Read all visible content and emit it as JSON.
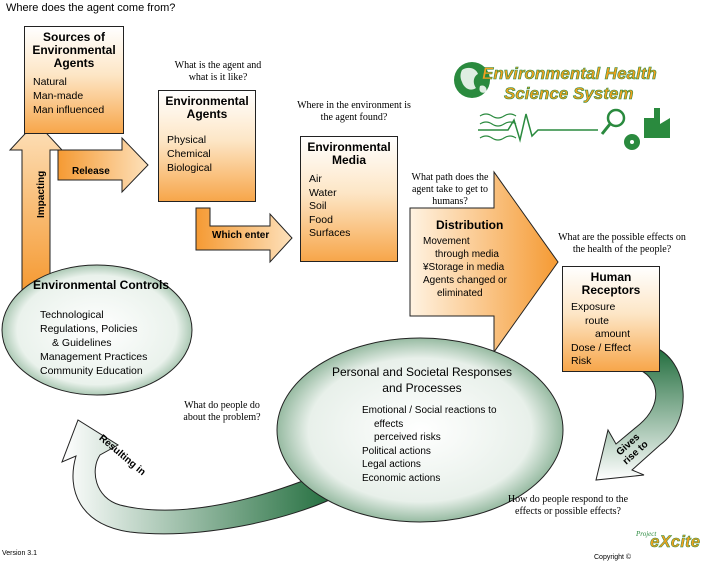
{
  "top_question": "Where does the agent come from?",
  "logo": {
    "line1": "Environmental Health",
    "line2": "Science System"
  },
  "boxes": {
    "sources": {
      "title": "Sources of Environmental Agents",
      "items": [
        "Natural",
        "Man-made",
        "Man influenced"
      ]
    },
    "agents": {
      "title": "Environmental Agents",
      "items": [
        "Physical",
        "Chemical",
        "Biological"
      ]
    },
    "media": {
      "title": "Environmental Media",
      "items": [
        "Air",
        "Water",
        "Soil",
        "Food",
        "Surfaces"
      ]
    },
    "receptors": {
      "title": "Human Receptors",
      "items": [
        "Exposure",
        "route",
        "amount",
        "Dose / Effect",
        "Risk"
      ]
    }
  },
  "distribution": {
    "title": "Distribution",
    "items": [
      "Movement",
      "through media",
      "¥Storage in media",
      "Agents changed or",
      "eliminated"
    ]
  },
  "questions": {
    "agent_like": "What is the agent and what is it like?",
    "where_found": "Where in the environment is the agent found?",
    "path": "What path does the agent take to get to humans?",
    "effects": "What are the possible effects on the health of the people?",
    "people_do": "What do people do about the problem?",
    "respond": "How do people respond to the effects or possible effects?"
  },
  "arrows": {
    "release": "Release",
    "which_enter": "Which enter",
    "impacting": "Impacting",
    "gives_rise": "Gives rise to",
    "resulting": "Resulting in"
  },
  "controls": {
    "title": "Environmental Controls",
    "items": [
      "Technological",
      "Regulations, Policies",
      "& Guidelines",
      "Management Practices",
      "Community Education"
    ]
  },
  "responses": {
    "title": "Personal and Societal Responses and Processes",
    "items": [
      "Emotional / Social reactions to",
      "effects",
      "perceived risks",
      "Political actions",
      "Legal actions",
      "Economic actions"
    ]
  },
  "footer": {
    "version": "Version 3.1",
    "copyright": "Copyright ©",
    "brand_small": "Project",
    "brand": "eXcite"
  },
  "colors": {
    "orange": "#f7a64a",
    "green": "#1e6b3a",
    "logo_green": "#2a8a3e",
    "logo_orange": "#f2a11f"
  }
}
